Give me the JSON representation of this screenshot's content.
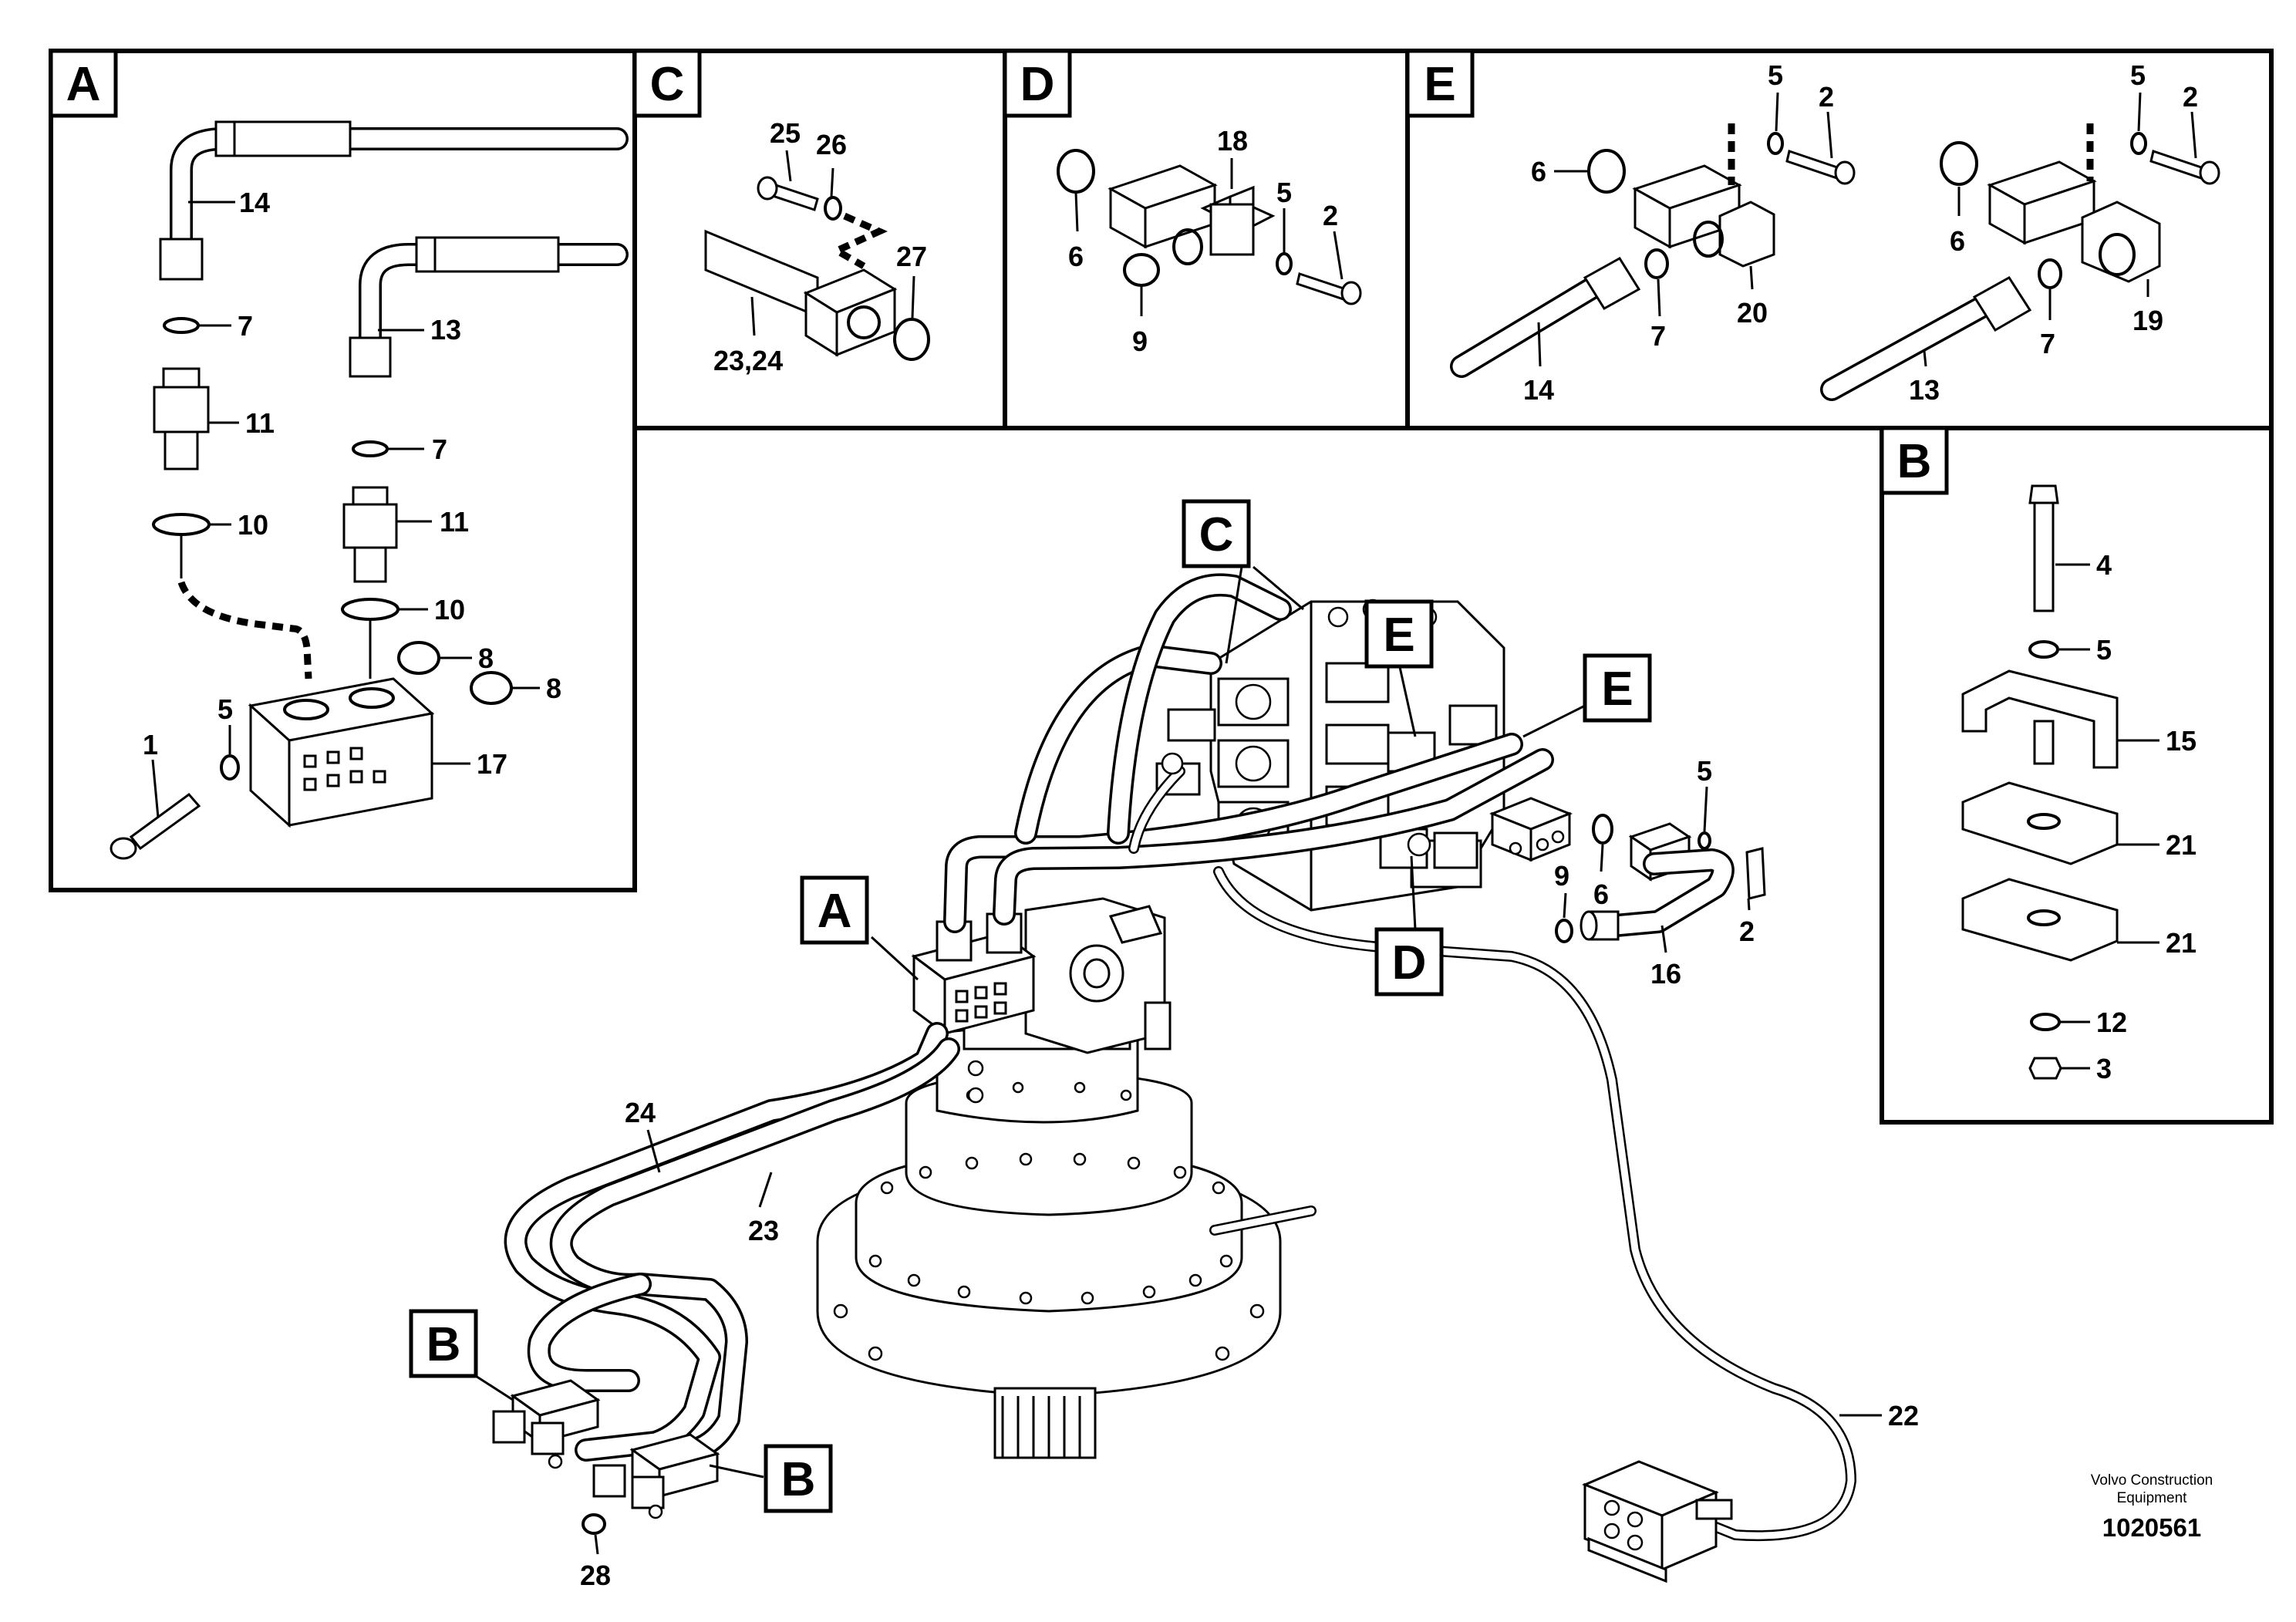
{
  "panels": {
    "A": "A",
    "B": "B",
    "C": "C",
    "D": "D",
    "E": "E"
  },
  "main_labels": {
    "A": "A",
    "B1": "B",
    "B2": "B",
    "C": "C",
    "D": "D",
    "E1": "E",
    "E2": "E"
  },
  "callouts": {
    "a_14": "14",
    "a_7a": "7",
    "a_11a": "11",
    "a_10a": "10",
    "a_13": "13",
    "a_7b": "7",
    "a_11b": "11",
    "a_10b": "10",
    "a_8a": "8",
    "a_8b": "8",
    "a_5": "5",
    "a_1": "1",
    "a_17": "17",
    "c_25": "25",
    "c_26": "26",
    "c_27": "27",
    "c_2324": "23,24",
    "d_18": "18",
    "d_6": "6",
    "d_5": "5",
    "d_2": "2",
    "d_9": "9",
    "e_5a": "5",
    "e_2a": "2",
    "e_6a": "6",
    "e_7a": "7",
    "e_20": "20",
    "e_14": "14",
    "e_5b": "5",
    "e_2b": "2",
    "e_6b": "6",
    "e_19": "19",
    "e_7b": "7",
    "e_13": "13",
    "b_4": "4",
    "b_5": "5",
    "b_15": "15",
    "b_21a": "21",
    "b_21b": "21",
    "b_12": "12",
    "b_3": "3",
    "m_5": "5",
    "m_9": "9",
    "m_6": "6",
    "m_2": "2",
    "m_16": "16",
    "m_24": "24",
    "m_23": "23",
    "m_22": "22",
    "m_28": "28"
  },
  "footer": {
    "brand_line1": "Volvo Construction",
    "brand_line2": "Equipment",
    "doc_number": "1020561"
  }
}
